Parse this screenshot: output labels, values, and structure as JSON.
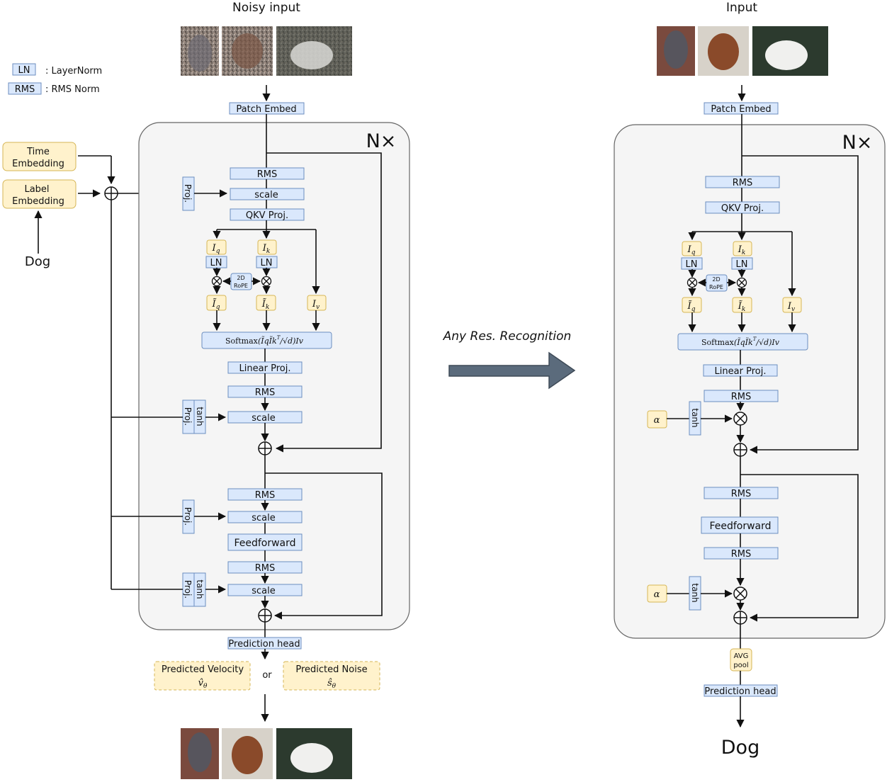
{
  "left": {
    "title": "Noisy input",
    "legend": {
      "ln_tag": "LN",
      "ln_desc": ": LayerNorm",
      "rms_tag": "RMS",
      "rms_desc": ": RMS Norm"
    },
    "time_embedding": [
      "Time",
      "Embedding"
    ],
    "label_embedding": [
      "Label",
      "Embedding"
    ],
    "dog_label": "Dog",
    "patch_embed": "Patch Embed",
    "repeat": "N×",
    "rms": "RMS",
    "scale": "scale",
    "qkv": "QKV Proj.",
    "proj": "Proj.",
    "tanh": "tanh",
    "ln": "LN",
    "rope": [
      "2D",
      "RoPE"
    ],
    "softmax": "Softmax",
    "linear_proj": "Linear Proj.",
    "feedforward": "Feedforward",
    "prediction_head": "Prediction head",
    "pred_velocity": "Predicted Velocity",
    "pred_noise": "Predicted Noise",
    "or": "or"
  },
  "middle": {
    "arrow_label": "Any Res. Recognition"
  },
  "right": {
    "title": "Input",
    "patch_embed": "Patch Embed",
    "repeat": "N×",
    "rms": "RMS",
    "qkv": "QKV Proj.",
    "ln": "LN",
    "rope": [
      "2D",
      "RoPE"
    ],
    "softmax": "Softmax",
    "linear_proj": "Linear Proj.",
    "alpha": "α",
    "tanh": "tanh",
    "feedforward": "Feedforward",
    "avg_pool": [
      "AVG",
      "pool"
    ],
    "prediction_head": "Prediction head",
    "dog_output": "Dog"
  }
}
